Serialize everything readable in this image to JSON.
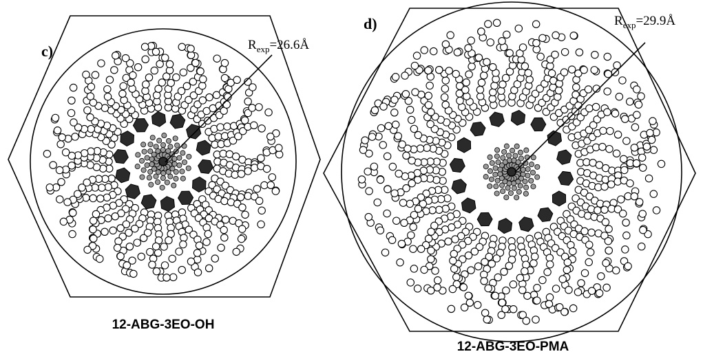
{
  "panels": [
    {
      "id": "c",
      "panel_label": "c)",
      "radius_symbol": "R",
      "radius_subscript": "exp",
      "radius_value": "=26.6Å",
      "caption": "12-ABG-3EO-OH",
      "tapers": 14
    },
    {
      "id": "d",
      "panel_label": "d)",
      "radius_symbol": "R",
      "radius_subscript": "exp",
      "radius_value": "=29.9Å",
      "caption": "12-ABG-3EO-PMA",
      "tapers": 16
    }
  ],
  "colors": {
    "ink": "#000000",
    "atom_fill": "#ffffff",
    "aromatic_ring": "#2a2a2a",
    "heteroatom": "#9a9a9a"
  }
}
